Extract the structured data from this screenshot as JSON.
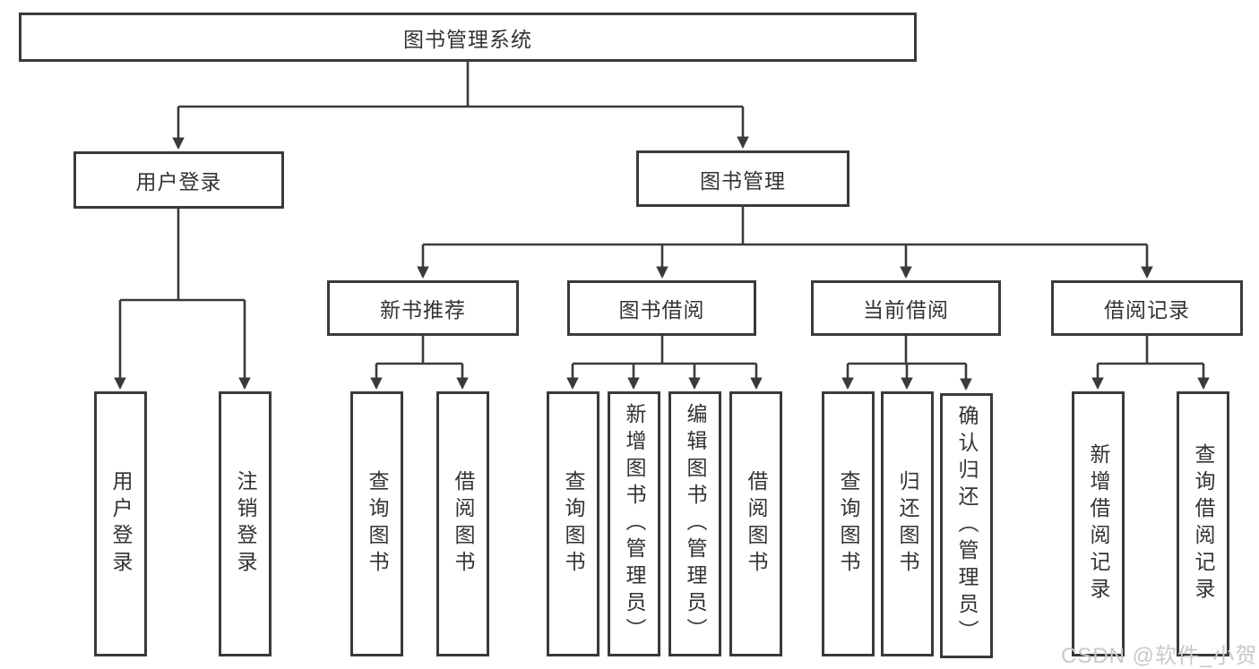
{
  "diagram_title": "图书管理系统",
  "nodes": {
    "root": "图书管理系统",
    "level2": [
      "用户登录",
      "图书管理"
    ],
    "level3": [
      "新书推荐",
      "图书借阅",
      "当前借阅",
      "借阅记录"
    ],
    "leaves_user_login": [
      "用户登录",
      "注销登录"
    ],
    "leaves_new_books": [
      "查询图书",
      "借阅图书"
    ],
    "leaves_book_borrow": [
      "查询图书",
      "新增图书（管理员）",
      "编辑图书（管理员）",
      "借阅图书"
    ],
    "leaves_current_borrow": [
      "查询图书",
      "归还图书",
      "确认归还（管理员）"
    ],
    "leaves_borrow_records": [
      "新增借阅记录",
      "查询借阅记录"
    ]
  },
  "watermark": "CSDN @软件_小贺同学",
  "colors": {
    "line": "#3a3a3a",
    "text": "#333333",
    "watermark": "#c9c9c9",
    "background": "#ffffff"
  }
}
